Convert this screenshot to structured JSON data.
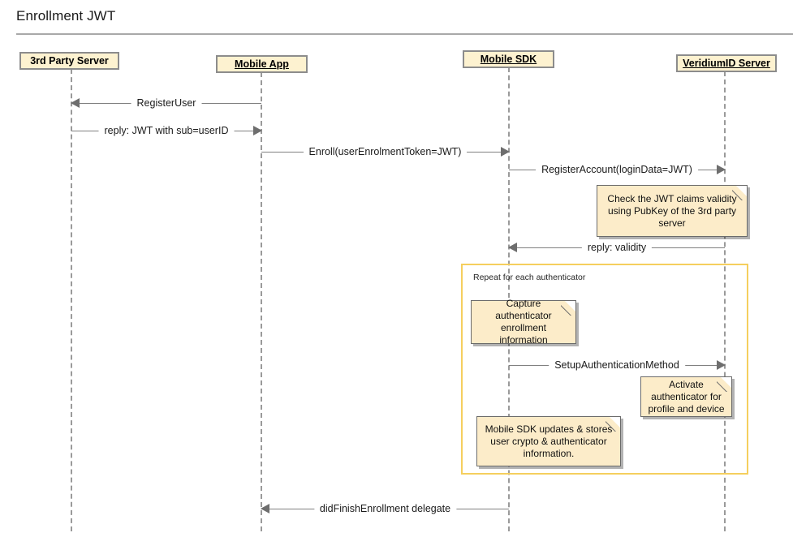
{
  "diagram": {
    "title": "Enrollment JWT",
    "type": "uml-sequence-diagram",
    "colors": {
      "participant_fill": "#fdf2d0",
      "participant_border": "#8c8c8c",
      "note_fill": "#fcecc9",
      "note_border": "#6b6b6b",
      "fragment_border": "#f5cf5e",
      "lifeline": "#9a9a9a",
      "message_line": "#808080"
    },
    "participants": [
      {
        "id": "third-party-server",
        "label": "3rd Party Server",
        "underlined": false
      },
      {
        "id": "mobile-app",
        "label": "Mobile App",
        "underlined": true
      },
      {
        "id": "mobile-sdk",
        "label": "Mobile SDK",
        "underlined": true
      },
      {
        "id": "veridiumid-server",
        "label": "VeridiumID Server",
        "underlined": true
      }
    ],
    "messages": [
      {
        "id": "register-user",
        "label": "RegisterUser",
        "from": "mobile-app",
        "to": "third-party-server",
        "direction": "left"
      },
      {
        "id": "reply-jwt",
        "label": "reply: JWT with sub=userID",
        "from": "third-party-server",
        "to": "mobile-app",
        "direction": "right"
      },
      {
        "id": "enroll",
        "label": "Enroll(userEnrolmentToken=JWT)",
        "from": "mobile-app",
        "to": "mobile-sdk",
        "direction": "right"
      },
      {
        "id": "register-account",
        "label": "RegisterAccount(loginData=JWT)",
        "from": "mobile-sdk",
        "to": "veridiumid-server",
        "direction": "right"
      },
      {
        "id": "reply-validity",
        "label": "reply: validity",
        "from": "veridiumid-server",
        "to": "mobile-sdk",
        "direction": "left"
      },
      {
        "id": "setup-authentication-method",
        "label": "SetupAuthenticationMethod",
        "from": "mobile-sdk",
        "to": "veridiumid-server",
        "direction": "right"
      },
      {
        "id": "did-finish-enrollment",
        "label": "didFinishEnrollment delegate",
        "from": "mobile-sdk",
        "to": "mobile-app",
        "direction": "left"
      }
    ],
    "notes": [
      {
        "id": "note-check-jwt",
        "text": "Check the JWT claims validity using PubKey of the 3rd party server"
      },
      {
        "id": "note-capture-authenticator",
        "text": "Capture authenticator enrollment information"
      },
      {
        "id": "note-activate-authenticator",
        "text": "Activate authenticator for profile and device"
      },
      {
        "id": "note-mobile-sdk-updates",
        "text": "Mobile SDK updates & stores user crypto & authenticator information."
      }
    ],
    "fragments": [
      {
        "id": "fragment-repeat",
        "label": "Repeat for each authenticator"
      }
    ]
  }
}
